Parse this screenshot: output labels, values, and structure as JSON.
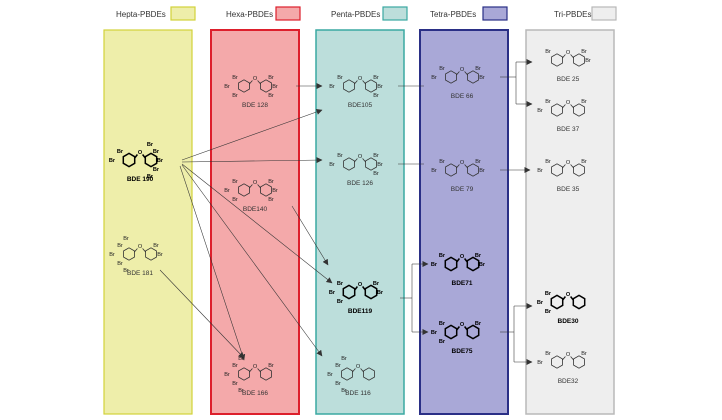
{
  "legend": [
    {
      "id": "hepta",
      "label": "Hepta-PBDEs",
      "fill": "#eeeeaa",
      "stroke": "#d2d23a"
    },
    {
      "id": "hexa",
      "label": "Hexa-PBDEs",
      "fill": "#f4a9aa",
      "stroke": "#dd1f2c"
    },
    {
      "id": "penta",
      "label": "Penta-PBDEs",
      "fill": "#bcdedb",
      "stroke": "#3aa8a2"
    },
    {
      "id": "tetra",
      "label": "Tetra-PBDEs",
      "fill": "#a9a8d7",
      "stroke": "#2a2f86"
    },
    {
      "id": "tri",
      "label": "Tri-PBDEs",
      "fill": "#eeeeee",
      "stroke": "#b8b8b8"
    }
  ],
  "atoms": {
    "bromine": "Br",
    "oxygen": "O"
  },
  "compounds": [
    {
      "id": "bde190",
      "label": "BDE 190",
      "column": "hepta",
      "bold": true,
      "left": [
        "Br",
        "Br"
      ],
      "right": [
        "Br",
        "Br",
        "Br",
        "Br",
        "Br"
      ]
    },
    {
      "id": "bde181",
      "label": "BDE 181",
      "column": "hepta",
      "bold": false,
      "left": [
        "Br",
        "Br",
        "Br",
        "Br",
        "Br"
      ],
      "right": [
        "Br",
        "Br"
      ]
    },
    {
      "id": "bde128",
      "label": "BDE 128",
      "column": "hexa",
      "bold": false,
      "left": [
        "Br",
        "Br",
        "Br"
      ],
      "right": [
        "Br",
        "Br",
        "Br"
      ]
    },
    {
      "id": "bde140",
      "label": "BDE140",
      "column": "hexa",
      "bold": false,
      "left": [
        "Br",
        "Br",
        "Br"
      ],
      "right": [
        "Br",
        "Br",
        "Br"
      ]
    },
    {
      "id": "bde166",
      "label": "BDE 166",
      "column": "hexa",
      "bold": false,
      "left": [
        "Br",
        "Br",
        "Br",
        "Br",
        "Br"
      ],
      "right": [
        "Br"
      ]
    },
    {
      "id": "bde105",
      "label": "BDE105",
      "column": "penta",
      "bold": false,
      "left": [
        "Br",
        "Br"
      ],
      "right": [
        "Br",
        "Br",
        "Br"
      ]
    },
    {
      "id": "bde126",
      "label": "BDE 126",
      "column": "penta",
      "bold": false,
      "left": [
        "Br",
        "Br"
      ],
      "right": [
        "Br",
        "Br",
        "Br"
      ]
    },
    {
      "id": "bde119",
      "label": "BDE119",
      "column": "penta",
      "bold": true,
      "left": [
        "Br",
        "Br",
        "Br"
      ],
      "right": [
        "Br",
        "Br"
      ]
    },
    {
      "id": "bde116",
      "label": "BDE 116",
      "column": "penta",
      "bold": false,
      "left": [
        "Br",
        "Br",
        "Br",
        "Br",
        "Br"
      ],
      "right": []
    },
    {
      "id": "bde66",
      "label": "BDE 66",
      "column": "tetra",
      "bold": false,
      "left": [
        "Br",
        "Br"
      ],
      "right": [
        "Br",
        "Br"
      ]
    },
    {
      "id": "bde79",
      "label": "BDE 79",
      "column": "tetra",
      "bold": false,
      "left": [
        "Br",
        "Br"
      ],
      "right": [
        "Br",
        "Br"
      ]
    },
    {
      "id": "bde71",
      "label": "BDE71",
      "column": "tetra",
      "bold": true,
      "left": [
        "Br",
        "Br"
      ],
      "right": [
        "Br",
        "Br"
      ]
    },
    {
      "id": "bde75",
      "label": "BDE75",
      "column": "tetra",
      "bold": true,
      "left": [
        "Br",
        "Br",
        "Br"
      ],
      "right": [
        "Br"
      ]
    },
    {
      "id": "bde25",
      "label": "BDE 25",
      "column": "tri",
      "bold": false,
      "left": [
        "Br"
      ],
      "right": [
        "Br",
        "Br"
      ]
    },
    {
      "id": "bde37",
      "label": "BDE 37",
      "column": "tri",
      "bold": false,
      "left": [
        "Br",
        "Br"
      ],
      "right": [
        "Br"
      ]
    },
    {
      "id": "bde35",
      "label": "BDE 35",
      "column": "tri",
      "bold": false,
      "left": [
        "Br",
        "Br"
      ],
      "right": [
        "Br"
      ]
    },
    {
      "id": "bde30",
      "label": "BDE30",
      "column": "tri",
      "bold": true,
      "left": [
        "Br",
        "Br",
        "Br"
      ],
      "right": []
    },
    {
      "id": "bde32",
      "label": "BDE32",
      "column": "tri",
      "bold": false,
      "left": [
        "Br",
        "Br"
      ],
      "right": [
        "Br"
      ]
    }
  ],
  "arrows": [
    {
      "from": "bde190",
      "to": "bde105"
    },
    {
      "from": "bde190",
      "to": "bde126"
    },
    {
      "from": "bde190",
      "to": "bde119"
    },
    {
      "from": "bde190",
      "to": "bde166"
    },
    {
      "from": "bde190",
      "to": "bde116"
    },
    {
      "from": "bde181",
      "to": "bde166"
    },
    {
      "from": "bde128",
      "to": "bde105"
    },
    {
      "from": "bde140",
      "to": "bde119"
    },
    {
      "from": "bde105",
      "to": "bde66"
    },
    {
      "from": "bde126",
      "to": "bde79"
    },
    {
      "from": "bde119",
      "to": "bde71"
    },
    {
      "from": "bde119",
      "to": "bde75"
    },
    {
      "from": "bde66",
      "to": "bde25"
    },
    {
      "from": "bde66",
      "to": "bde37"
    },
    {
      "from": "bde79",
      "to": "bde35"
    },
    {
      "from": "bde75",
      "to": "bde30"
    },
    {
      "from": "bde75",
      "to": "bde32"
    }
  ]
}
